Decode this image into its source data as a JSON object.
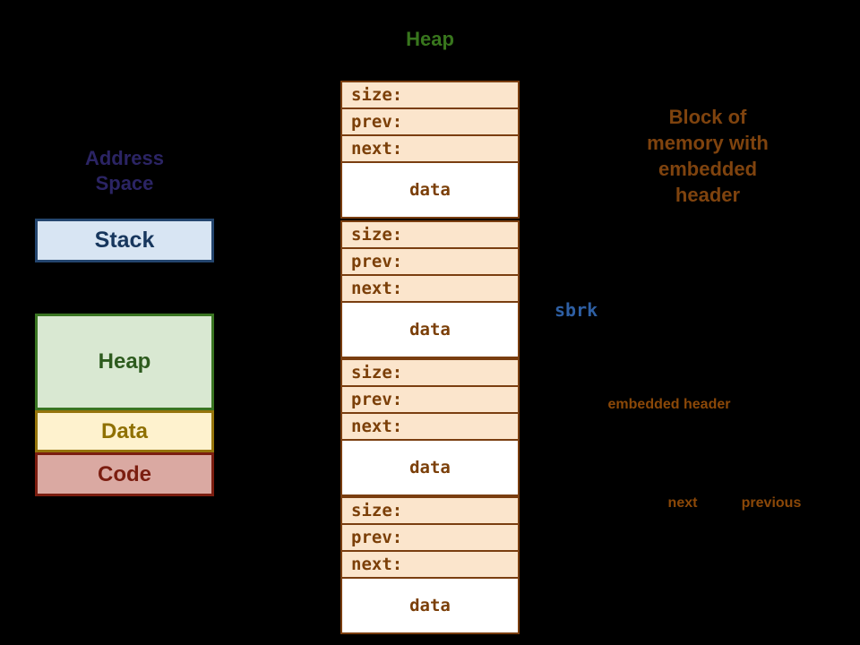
{
  "heap_title": "Heap",
  "address_space": {
    "title_line1": "Address",
    "title_line2": "Space",
    "stack_label": "Stack",
    "heap_label": "Heap",
    "data_label": "Data",
    "code_label": "Code"
  },
  "memory_column": {
    "blocks": [
      {
        "size": "size:",
        "prev": "prev:",
        "next": "next:",
        "data": "data"
      },
      {
        "size": "size:",
        "prev": "prev:",
        "next": "next:",
        "data": "data"
      },
      {
        "size": "size:",
        "prev": "prev:",
        "next": "next:",
        "data": "data"
      },
      {
        "size": "size:",
        "prev": "prev:",
        "next": "next:",
        "data": "data"
      }
    ]
  },
  "annotations": {
    "block_note_line1": "Block of",
    "block_note_line2": "memory with",
    "block_note_line3": "embedded",
    "block_note_line4": "header",
    "sbrk": "sbrk",
    "embedded_header": "embedded header",
    "next": "next",
    "previous": "previous"
  },
  "colors": {
    "background": "#000000",
    "heap_title_green": "#38761D",
    "address_space_indigo": "#2B2464",
    "stack_fill": "#D8E5F3",
    "stack_border": "#24456E",
    "stack_text": "#17365D",
    "heap_fill": "#D9E8D2",
    "heap_border": "#3A7522",
    "heap_text": "#2D5B1E",
    "data_fill": "#FEF2CE",
    "data_border": "#95740B",
    "data_text": "#8F7000",
    "code_fill": "#DAA9A2",
    "code_border": "#7B1D10",
    "code_text": "#7B1D10",
    "mem_row_fill": "#FBE5CC",
    "mem_row_border": "#7A3E10",
    "mem_row_text": "#7B3F08",
    "mem_data_fill": "#FFFFFF",
    "annotation_brown": "#8B4808",
    "sbrk_blue": "#2E5FA3"
  }
}
